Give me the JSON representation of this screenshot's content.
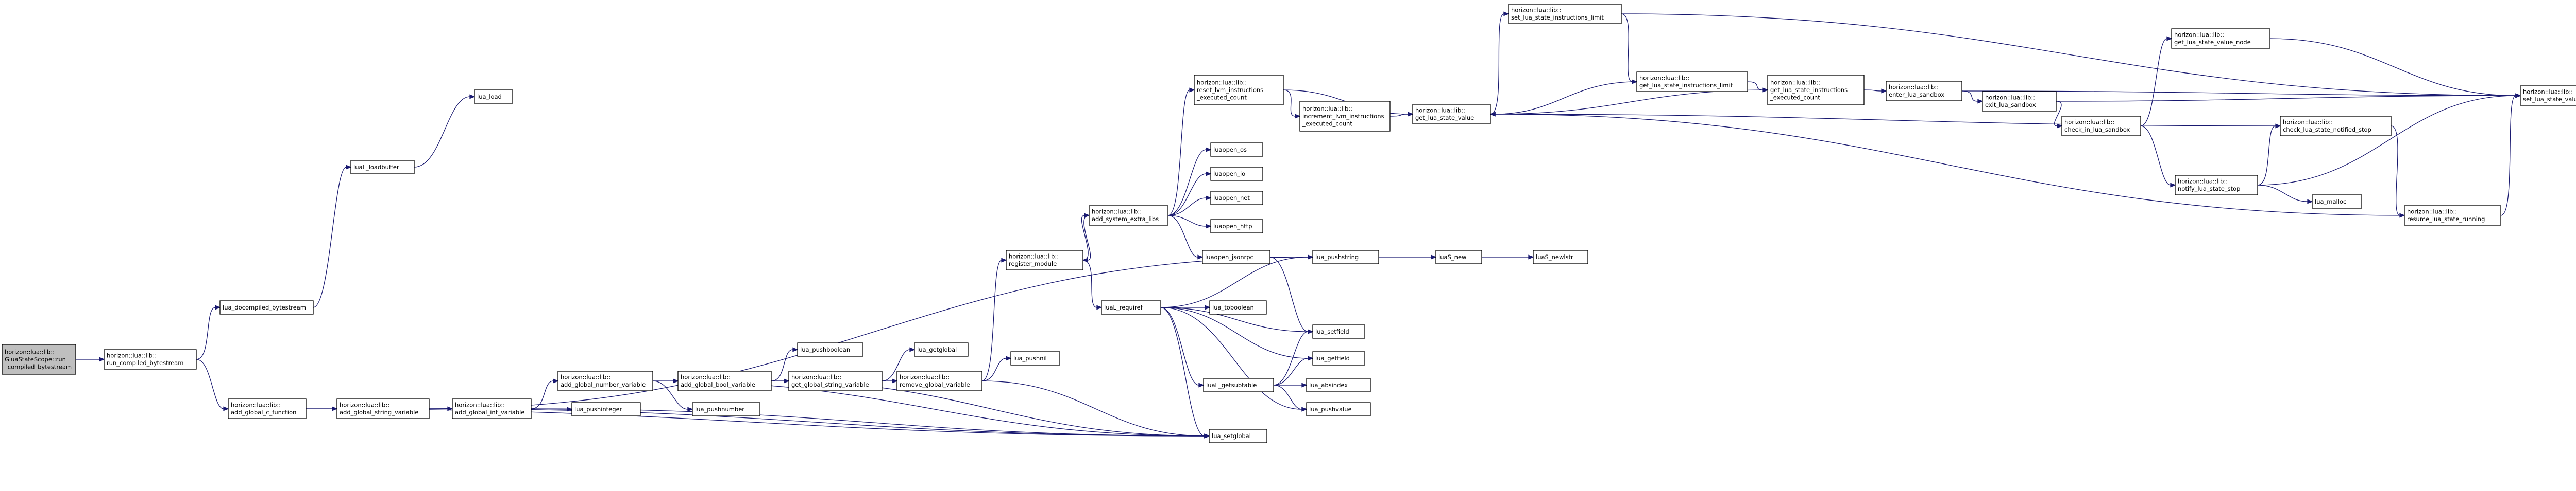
{
  "graph": {
    "nodes": [
      {
        "id": "root",
        "lines": [
          "horizon::lua::lib::",
          "GluaStateScope::run",
          "_compiled_bytestream"
        ],
        "highlighted": true
      },
      {
        "id": "run_compiled",
        "lines": [
          "horizon::lua::lib::",
          "run_compiled_bytestream"
        ]
      },
      {
        "id": "add_global_c_function",
        "lines": [
          "horizon::lua::lib::",
          "add_global_c_function"
        ]
      },
      {
        "id": "lua_do_compiled",
        "lines": [
          "lua_docompiled_bytestream"
        ]
      },
      {
        "id": "luaL_loadbuffer",
        "lines": [
          "luaL_loadbuffer"
        ]
      },
      {
        "id": "lua_load",
        "lines": [
          "lua_load"
        ]
      },
      {
        "id": "add_global_string",
        "lines": [
          "horizon::lua::lib::",
          "add_global_string_variable"
        ]
      },
      {
        "id": "add_global_int",
        "lines": [
          "horizon::lua::lib::",
          "add_global_int_variable"
        ]
      },
      {
        "id": "add_global_number",
        "lines": [
          "horizon::lua::lib::",
          "add_global_number_variable"
        ]
      },
      {
        "id": "lua_pushinteger",
        "lines": [
          "lua_pushinteger"
        ]
      },
      {
        "id": "add_global_bool",
        "lines": [
          "horizon::lua::lib::",
          "add_global_bool_variable"
        ]
      },
      {
        "id": "lua_pushnumber",
        "lines": [
          "lua_pushnumber"
        ]
      },
      {
        "id": "lua_pushboolean",
        "lines": [
          "lua_pushboolean"
        ]
      },
      {
        "id": "get_global_string",
        "lines": [
          "horizon::lua::lib::",
          "get_global_string_variable"
        ]
      },
      {
        "id": "lua_getglobal",
        "lines": [
          "lua_getglobal"
        ]
      },
      {
        "id": "remove_global",
        "lines": [
          "horizon::lua::lib::",
          "remove_global_variable"
        ]
      },
      {
        "id": "lua_pushnil",
        "lines": [
          "lua_pushnil"
        ]
      },
      {
        "id": "register_module",
        "lines": [
          "horizon::lua::lib::",
          "register_module"
        ]
      },
      {
        "id": "add_system_extra_libs",
        "lines": [
          "horizon::lua::lib::",
          "add_system_extra_libs"
        ]
      },
      {
        "id": "luaL_requiref",
        "lines": [
          "luaL_requiref"
        ]
      },
      {
        "id": "reset_lvm",
        "lines": [
          "horizon::lua::lib::",
          "reset_lvm_instructions",
          "_executed_count"
        ]
      },
      {
        "id": "increment_lvm",
        "lines": [
          "horizon::lua::lib::",
          "increment_lvm_instructions",
          "_executed_count"
        ]
      },
      {
        "id": "luaopen_os",
        "lines": [
          "luaopen_os"
        ]
      },
      {
        "id": "luaopen_io",
        "lines": [
          "luaopen_io"
        ]
      },
      {
        "id": "luaopen_net",
        "lines": [
          "luaopen_net"
        ]
      },
      {
        "id": "luaopen_http",
        "lines": [
          "luaopen_http"
        ]
      },
      {
        "id": "luaopen_jsonrpc",
        "lines": [
          "luaopen_jsonrpc"
        ]
      },
      {
        "id": "lua_toboolean",
        "lines": [
          "lua_toboolean"
        ]
      },
      {
        "id": "luaL_getsubtable",
        "lines": [
          "luaL_getsubtable"
        ]
      },
      {
        "id": "lua_setfield",
        "lines": [
          "lua_setfield"
        ]
      },
      {
        "id": "lua_getfield",
        "lines": [
          "lua_getfield"
        ]
      },
      {
        "id": "lua_absindex",
        "lines": [
          "lua_absindex"
        ]
      },
      {
        "id": "lua_pushvalue",
        "lines": [
          "lua_pushvalue"
        ]
      },
      {
        "id": "lua_setglobal",
        "lines": [
          "lua_setglobal"
        ]
      },
      {
        "id": "lua_pushstring",
        "lines": [
          "lua_pushstring"
        ]
      },
      {
        "id": "luaS_new",
        "lines": [
          "luaS_new"
        ]
      },
      {
        "id": "luaS_newlstr",
        "lines": [
          "luaS_newlstr"
        ]
      },
      {
        "id": "get_lua_state_value",
        "lines": [
          "horizon::lua::lib::",
          "get_lua_state_value"
        ]
      },
      {
        "id": "set_lua_state_instructions_limit",
        "lines": [
          "horizon::lua::lib::",
          "set_lua_state_instructions_limit"
        ]
      },
      {
        "id": "get_lua_state_instructions_limit",
        "lines": [
          "horizon::lua::lib::",
          "get_lua_state_instructions_limit"
        ]
      },
      {
        "id": "get_lua_state_instructions_executed_count",
        "lines": [
          "horizon::lua::lib::",
          "get_lua_state_instructions",
          "_executed_count"
        ]
      },
      {
        "id": "enter_lua_sandbox",
        "lines": [
          "horizon::lua::lib::",
          "enter_lua_sandbox"
        ]
      },
      {
        "id": "exit_lua_sandbox",
        "lines": [
          "horizon::lua::lib::",
          "exit_lua_sandbox"
        ]
      },
      {
        "id": "check_in_lua_sandbox",
        "lines": [
          "horizon::lua::lib::",
          "check_in_lua_sandbox"
        ]
      },
      {
        "id": "notify_lua_state_stop",
        "lines": [
          "horizon::lua::lib::",
          "notify_lua_state_stop"
        ]
      },
      {
        "id": "check_lua_state_notified_stop",
        "lines": [
          "horizon::lua::lib::",
          "check_lua_state_notified_stop"
        ]
      },
      {
        "id": "lua_malloc",
        "lines": [
          "lua_malloc"
        ]
      },
      {
        "id": "resume_lua_state_running",
        "lines": [
          "horizon::lua::lib::",
          "resume_lua_state_running"
        ]
      },
      {
        "id": "get_lua_state_value_node",
        "lines": [
          "horizon::lua::lib::",
          "get_lua_state_value_node"
        ]
      },
      {
        "id": "set_lua_state_value",
        "lines": [
          "horizon::lua::lib::",
          "set_lua_state_value"
        ]
      }
    ],
    "edges": [
      [
        "root",
        "run_compiled"
      ],
      [
        "run_compiled",
        "lua_do_compiled"
      ],
      [
        "run_compiled",
        "add_global_c_function"
      ],
      [
        "lua_do_compiled",
        "luaL_loadbuffer"
      ],
      [
        "luaL_loadbuffer",
        "lua_load"
      ],
      [
        "add_global_c_function",
        "add_global_string"
      ],
      [
        "add_global_c_function",
        "lua_setglobal"
      ],
      [
        "add_global_string",
        "add_global_int"
      ],
      [
        "add_global_string",
        "lua_pushstring"
      ],
      [
        "add_global_string",
        "lua_setglobal"
      ],
      [
        "add_global_int",
        "add_global_number"
      ],
      [
        "add_global_int",
        "lua_pushinteger"
      ],
      [
        "add_global_int",
        "lua_setglobal"
      ],
      [
        "add_global_number",
        "add_global_bool"
      ],
      [
        "add_global_number",
        "lua_pushnumber"
      ],
      [
        "add_global_number",
        "lua_setglobal"
      ],
      [
        "add_global_bool",
        "lua_pushboolean"
      ],
      [
        "add_global_bool",
        "get_global_string"
      ],
      [
        "add_global_bool",
        "lua_setglobal"
      ],
      [
        "get_global_string",
        "lua_getglobal"
      ],
      [
        "get_global_string",
        "remove_global"
      ],
      [
        "remove_global",
        "lua_pushnil"
      ],
      [
        "remove_global",
        "register_module"
      ],
      [
        "remove_global",
        "lua_setglobal"
      ],
      [
        "register_module",
        "add_system_extra_libs"
      ],
      [
        "register_module",
        "luaL_requiref"
      ],
      [
        "add_system_extra_libs",
        "register_module"
      ],
      [
        "add_system_extra_libs",
        "reset_lvm"
      ],
      [
        "add_system_extra_libs",
        "luaopen_os"
      ],
      [
        "add_system_extra_libs",
        "luaopen_io"
      ],
      [
        "add_system_extra_libs",
        "luaopen_net"
      ],
      [
        "add_system_extra_libs",
        "luaopen_http"
      ],
      [
        "add_system_extra_libs",
        "luaopen_jsonrpc"
      ],
      [
        "reset_lvm",
        "increment_lvm"
      ],
      [
        "reset_lvm",
        "get_lua_state_value"
      ],
      [
        "increment_lvm",
        "get_lua_state_value"
      ],
      [
        "luaopen_jsonrpc",
        "lua_pushstring"
      ],
      [
        "luaopen_jsonrpc",
        "lua_setfield"
      ],
      [
        "luaL_requiref",
        "lua_pushstring"
      ],
      [
        "luaL_requiref",
        "lua_toboolean"
      ],
      [
        "luaL_requiref",
        "luaL_getsubtable"
      ],
      [
        "luaL_requiref",
        "lua_setfield"
      ],
      [
        "luaL_requiref",
        "lua_getfield"
      ],
      [
        "luaL_requiref",
        "lua_pushvalue"
      ],
      [
        "luaL_requiref",
        "lua_setglobal"
      ],
      [
        "luaL_getsubtable",
        "lua_setfield"
      ],
      [
        "luaL_getsubtable",
        "lua_getfield"
      ],
      [
        "luaL_getsubtable",
        "lua_absindex"
      ],
      [
        "luaL_getsubtable",
        "lua_pushvalue"
      ],
      [
        "lua_pushstring",
        "luaS_new"
      ],
      [
        "luaS_new",
        "luaS_newlstr"
      ],
      [
        "get_lua_state_value",
        "set_lua_state_instructions_limit"
      ],
      [
        "set_lua_state_instructions_limit",
        "get_lua_state_instructions_limit"
      ],
      [
        "set_lua_state_instructions_limit",
        "set_lua_state_value"
      ],
      [
        "get_lua_state_instructions_limit",
        "get_lua_state_instructions_executed_count"
      ],
      [
        "get_lua_state_instructions_limit",
        "get_lua_state_value"
      ],
      [
        "get_lua_state_instructions_executed_count",
        "get_lua_state_value"
      ],
      [
        "get_lua_state_instructions_executed_count",
        "enter_lua_sandbox"
      ],
      [
        "enter_lua_sandbox",
        "exit_lua_sandbox"
      ],
      [
        "enter_lua_sandbox",
        "set_lua_state_value"
      ],
      [
        "exit_lua_sandbox",
        "check_in_lua_sandbox"
      ],
      [
        "exit_lua_sandbox",
        "set_lua_state_value"
      ],
      [
        "check_in_lua_sandbox",
        "get_lua_state_value_node"
      ],
      [
        "check_in_lua_sandbox",
        "notify_lua_state_stop"
      ],
      [
        "notify_lua_state_stop",
        "check_lua_state_notified_stop"
      ],
      [
        "notify_lua_state_stop",
        "lua_malloc"
      ],
      [
        "notify_lua_state_stop",
        "set_lua_state_value"
      ],
      [
        "check_lua_state_notified_stop",
        "get_lua_state_value"
      ],
      [
        "check_lua_state_notified_stop",
        "resume_lua_state_running"
      ],
      [
        "resume_lua_state_running",
        "get_lua_state_value"
      ],
      [
        "resume_lua_state_running",
        "set_lua_state_value"
      ],
      [
        "get_lua_state_value_node",
        "set_lua_state_value"
      ]
    ]
  }
}
